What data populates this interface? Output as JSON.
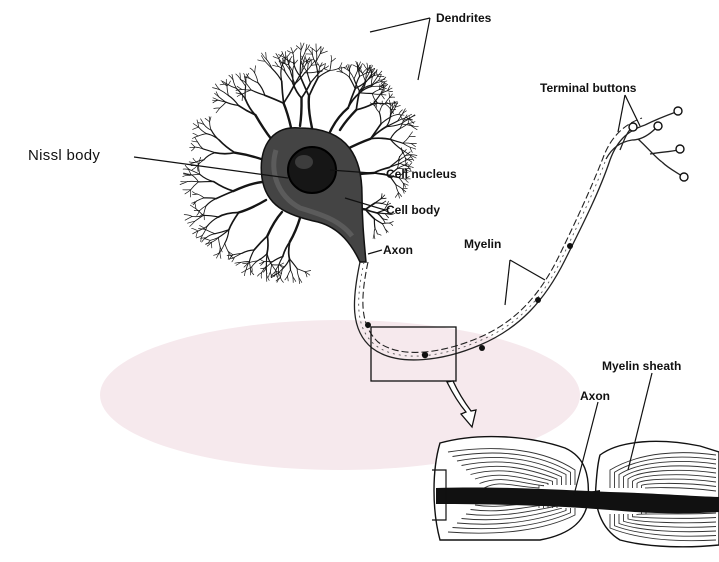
{
  "labels": {
    "dendrites": "Dendrites",
    "terminal_buttons": "Terminal buttons",
    "nissl_body": "Nissl  body",
    "cell_nucleus": "Cell nucleus",
    "cell_body": "Cell body",
    "axon": "Axon",
    "myelin": "Myelin",
    "myelin_sheath": "Myelin sheath",
    "axon_detail": "Axon"
  },
  "colors": {
    "ink": "#111111",
    "cell_body": "#3a3a3a",
    "nucleus": "#1a1a1a",
    "watermark": "#f4e6ea"
  }
}
